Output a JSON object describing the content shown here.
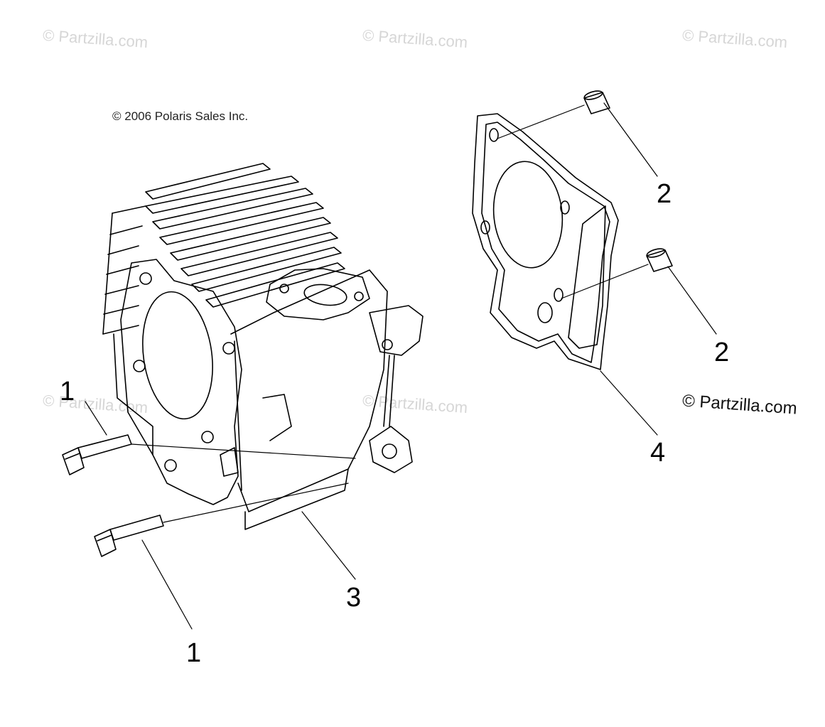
{
  "copyright": "© 2006 Polaris Sales Inc.",
  "watermarks": [
    "© Partzilla.com",
    "© Partzilla.com",
    "© Partzilla.com",
    "© Partzilla.com",
    "© Partzilla.com",
    "© Partzilla.com"
  ],
  "callouts": {
    "bolt_upper": "1",
    "bolt_lower": "1",
    "dowel_upper": "2",
    "dowel_lower": "2",
    "cylinder": "3",
    "gasket": "4"
  },
  "colors": {
    "line": "#000000",
    "watermark": "#d6d6d6"
  }
}
